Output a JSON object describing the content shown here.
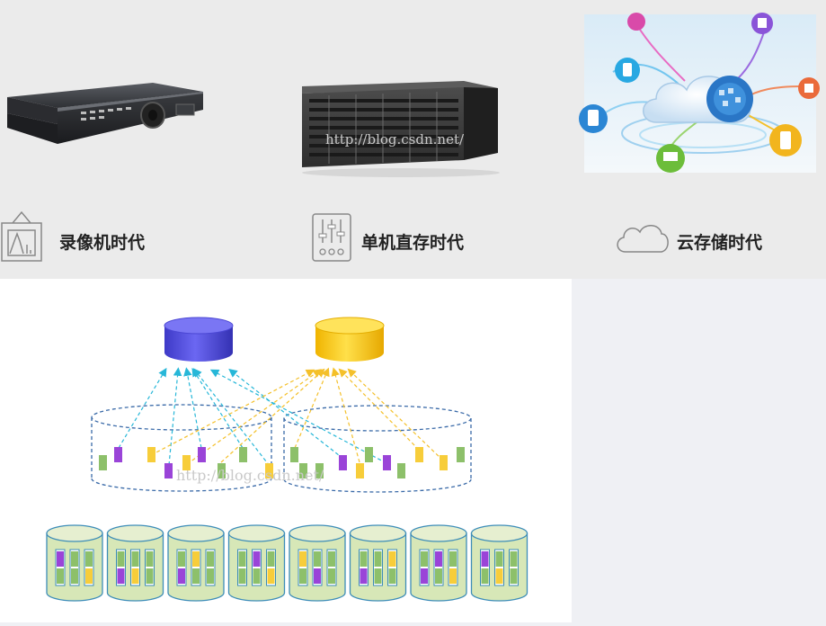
{
  "eras": [
    {
      "label": "录像机时代",
      "icon": "tower-frame-icon",
      "device": "dvr-recorder"
    },
    {
      "label": "单机直存时代",
      "icon": "equalizer-icon",
      "device": "rack-storage-server"
    },
    {
      "label": "云存储时代",
      "icon": "cloud-icon",
      "device": "cloud-network-illustration"
    }
  ],
  "watermark": "http://blog.csdn.net/",
  "colors": {
    "blue_cylinder": "#5a55e8",
    "yellow_cylinder": "#ffd21e",
    "blue_arrows": "#27b7d8",
    "yellow_arrows": "#f4c02a",
    "purple_block": "#9a44d8",
    "green_block": "#8dc06a",
    "yellow_block": "#f7cd3a",
    "disk_fill": "#d7e7b7",
    "disk_stroke": "#3d8db8",
    "dashed_stroke": "#3a6aa8"
  }
}
